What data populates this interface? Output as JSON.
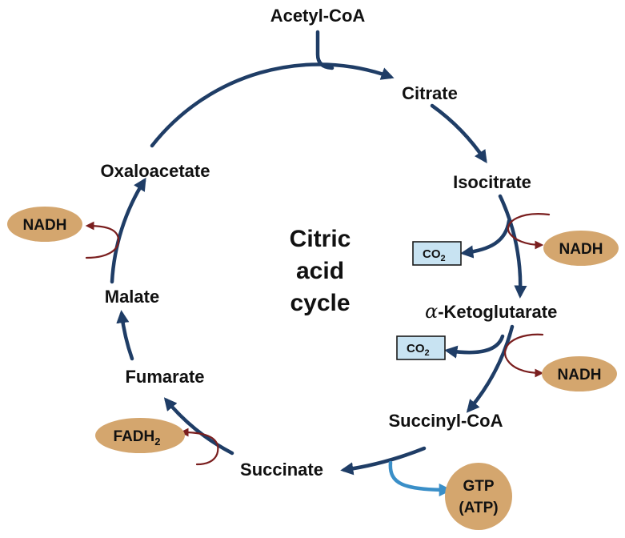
{
  "diagram": {
    "title_lines": [
      "Citric",
      "acid",
      "cycle"
    ],
    "input": "Acetyl-CoA",
    "intermediates": {
      "citrate": "Citrate",
      "isocitrate": "Isocitrate",
      "alpha_symbol": "α",
      "ketoglutarate": "-Ketoglutarate",
      "succinyl_coa": "Succinyl-CoA",
      "succinate": "Succinate",
      "fumarate": "Fumarate",
      "malate": "Malate",
      "oxaloacetate": "Oxaloacetate"
    },
    "products": {
      "nadh_isocitrate": "NADH",
      "nadh_ketoglutarate": "NADH",
      "nadh_malate": "NADH",
      "fadh2_base": "FADH",
      "fadh2_sub": "2",
      "gtp_line1": "GTP",
      "gtp_line2": "(ATP)",
      "co2_isocitrate_base": "CO",
      "co2_isocitrate_sub": "2",
      "co2_keto_base": "CO",
      "co2_keto_sub": "2"
    },
    "colors": {
      "cycle_arrow": "#1f3d66",
      "cofactor_arrow": "#7a1e1e",
      "gtp_arrow": "#3a8fc8",
      "badge_fill": "#d4a66e",
      "co2_fill": "#c8e3f2"
    }
  }
}
